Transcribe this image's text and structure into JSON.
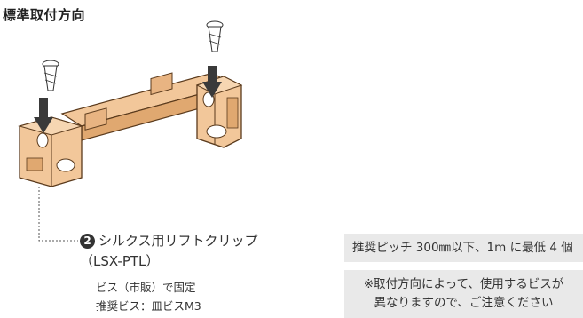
{
  "title": "標準取付方向",
  "callout": {
    "number": "2",
    "product_name": "シルクス用リフトクリップ",
    "model": "（LSX-PTL）"
  },
  "notes": {
    "line1": "ビス（市販）で固定",
    "line2": "推奨ビス：皿ビスM3"
  },
  "pitch_box": {
    "text": "推奨ピッチ 300㎜以下、1m に最低 4 個"
  },
  "warning_box": {
    "line1": "※取付方向によって、使用するビスが",
    "line2": "異なりますので、ご注意ください"
  },
  "colors": {
    "bracket_fill": "#f2c79a",
    "bracket_shade": "#e0a870",
    "bracket_stroke": "#5a3a1c",
    "arrow": "#3a3a3a",
    "box_bg": "#e9e9e9",
    "screw": "#ffffff"
  }
}
